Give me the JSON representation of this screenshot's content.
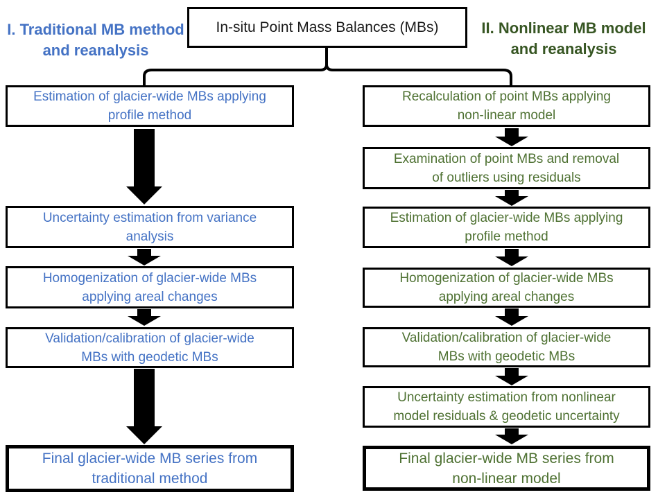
{
  "diagram": {
    "root_box": "In-situ Point Mass Balances (MBs)",
    "left": {
      "heading": {
        "line1": "I. Traditional MB",
        "line2": "method and reanalysis"
      },
      "boxes": [
        {
          "line1": "Estimation of glacier-wide MBs applying",
          "line2": "profile method"
        },
        {
          "line1": "Uncertainty estimation from variance",
          "line2": "analysis"
        },
        {
          "line1": "Homogenization of glacier-wide MBs",
          "line2": "applying areal changes"
        },
        {
          "line1": "Validation/calibration of glacier-wide",
          "line2": "MBs with geodetic MBs"
        },
        {
          "line1": "Final glacier-wide MB series from",
          "line2": "traditional method"
        }
      ]
    },
    "right": {
      "heading": {
        "line1": "II. Nonlinear MB model",
        "line2": "and reanalysis"
      },
      "boxes": [
        {
          "line1": "Recalculation of point MBs applying",
          "line2": "non-linear model"
        },
        {
          "line1": "Examination of point MBs and removal",
          "line2": "of outliers using residuals"
        },
        {
          "line1": "Estimation of glacier-wide MBs applying",
          "line2": "profile method"
        },
        {
          "line1": "Homogenization of glacier-wide MBs",
          "line2": "applying areal changes"
        },
        {
          "line1": "Validation/calibration of glacier-wide",
          "line2": "MBs with geodetic MBs"
        },
        {
          "line1": "Uncertainty estimation from nonlinear",
          "line2": "model residuals & geodetic uncertainty"
        },
        {
          "line1": "Final glacier-wide MB series from",
          "line2": "non-linear model"
        }
      ]
    },
    "colors": {
      "blue": "#4472C4",
      "green_heading": "#375623",
      "green_body": "#4E7132",
      "line": "#000000"
    }
  }
}
